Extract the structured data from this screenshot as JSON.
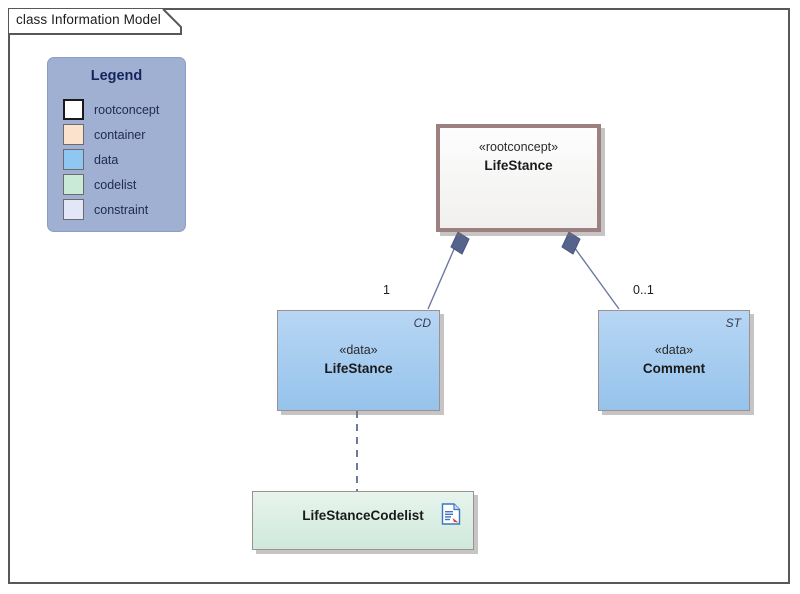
{
  "frame": {
    "title": "class Information Model"
  },
  "legend": {
    "title": "Legend",
    "items": [
      {
        "label": "rootconcept",
        "swatch": "#ffffff",
        "border": "#1a1a1a",
        "border_width": "2px"
      },
      {
        "label": "container",
        "swatch": "#fae2cd",
        "border": "#6b6b6b",
        "border_width": "1px"
      },
      {
        "label": "data",
        "swatch": "#8fc6f2",
        "border": "#6b6b6b",
        "border_width": "1px"
      },
      {
        "label": "codelist",
        "swatch": "#c8ead6",
        "border": "#6b6b6b",
        "border_width": "1px"
      },
      {
        "label": "constraint",
        "swatch": "#e3e6f7",
        "border": "#6b6b6b",
        "border_width": "1px"
      }
    ]
  },
  "nodes": {
    "rootconcept": {
      "stereotype": "«rootconcept»",
      "name": "LifeStance",
      "kind": "rootconcept"
    },
    "data_lifestance": {
      "stereotype": "«data»",
      "name": "LifeStance",
      "corner_tag": "CD",
      "kind": "data"
    },
    "data_comment": {
      "stereotype": "«data»",
      "name": "Comment",
      "corner_tag": "ST",
      "kind": "data"
    },
    "codelist": {
      "name": "LifeStanceCodelist",
      "icon": "document-icon",
      "kind": "codelist"
    }
  },
  "connectors": {
    "composition_left": {
      "multiplicity": "1",
      "type": "composition",
      "from": "rootconcept",
      "to": "data_lifestance"
    },
    "composition_right": {
      "multiplicity": "0..1",
      "type": "composition",
      "from": "rootconcept",
      "to": "data_comment"
    },
    "dependency_codelist": {
      "type": "dependency-dashed",
      "from": "data_lifestance",
      "to": "codelist"
    }
  },
  "colors": {
    "frame_border": "#585858",
    "legend_fill": "#a0b0d3",
    "rootconcept_border": "#9d8080",
    "data_fill": "#a8cdf0",
    "codelist_fill": "#d9eee3",
    "connector_line": "#6d7aa0",
    "diamond_fill": "#56638c"
  }
}
